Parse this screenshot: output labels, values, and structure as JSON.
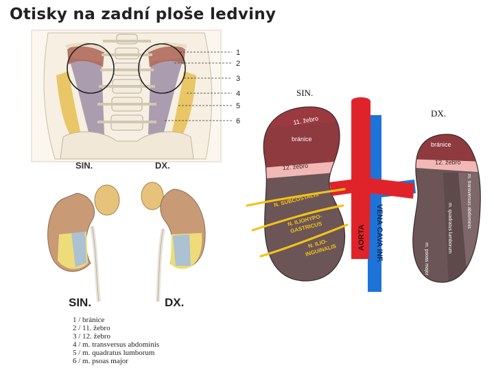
{
  "title": "Otisky na zadní ploše ledviny",
  "top_figure": {
    "callouts": [
      "1",
      "2",
      "3",
      "4",
      "5",
      "6"
    ],
    "side_left": "SIN.",
    "side_right": "DX."
  },
  "bottom_figure": {
    "side_left": "SIN.",
    "side_right": "DX."
  },
  "legend": [
    "1 / bránice",
    "2 / 11. žebro",
    "3 / 12. žebro",
    "4 / m. transversus abdominis",
    "5 / m. quadratus lumborum",
    "6 / m. psoas major"
  ],
  "right_diagram": {
    "side_left": "SIN.",
    "side_right": "DX.",
    "left_kidney": {
      "rib11": "11. žebro",
      "diaphragm": "bránice",
      "rib12": "12. žebro"
    },
    "right_kidney": {
      "diaphragm": "bránice",
      "rib12": "12. žebro",
      "transversus": "m. transversus abdominis",
      "quadratus": "m. quadratus lumborum",
      "psoas": "m. psoas major"
    },
    "nerves": [
      "N. SUBCOSTALIS",
      "N. ILIOHYPO-",
      "GASTRICUS",
      "N. ILIO-",
      "INGUINALIS"
    ],
    "aorta": "AORTA",
    "vena_cava": "VENA CAVA INF."
  },
  "colors": {
    "diaphragm": "#8e3a3e",
    "kidney": "#6b5556",
    "aorta": "#e0232b",
    "vena": "#1e73d8",
    "nerve": "#f2c21a"
  }
}
